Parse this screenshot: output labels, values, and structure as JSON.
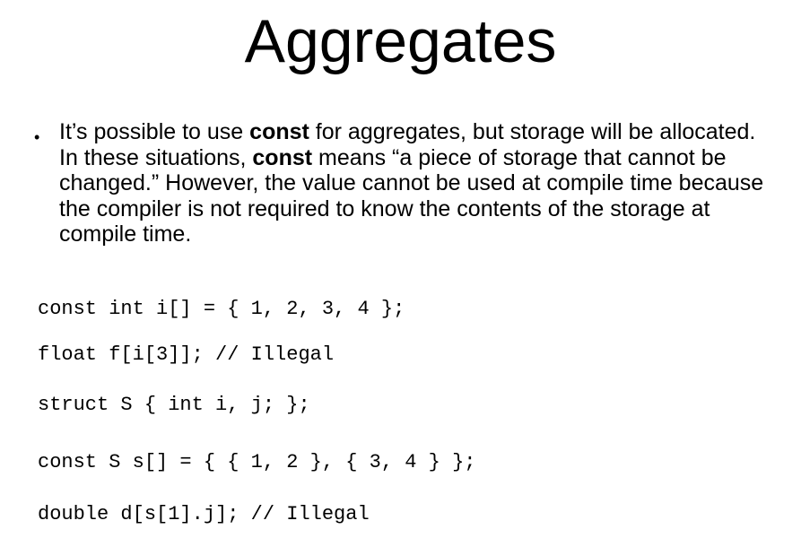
{
  "slide": {
    "title": "Aggregates",
    "bullet": {
      "marker": "•",
      "segments": [
        {
          "text": "It’s possible to use ",
          "bold": false
        },
        {
          "text": "const",
          "bold": true
        },
        {
          "text": " for aggregates, but storage will be allocated. In these situations, ",
          "bold": false
        },
        {
          "text": "const",
          "bold": true
        },
        {
          "text": " means “a piece of storage that cannot be changed.” However, the value cannot be used at compile time because the compiler is not required to know the contents of the storage at compile time.",
          "bold": false
        }
      ]
    },
    "code": [
      "const int i[] = { 1, 2, 3, 4 };",
      "float f[i[3]]; // Illegal",
      "struct S { int i, j; };",
      "const S s[] = { { 1, 2 }, { 3, 4 } };",
      "double d[s[1].j]; // Illegal"
    ]
  }
}
